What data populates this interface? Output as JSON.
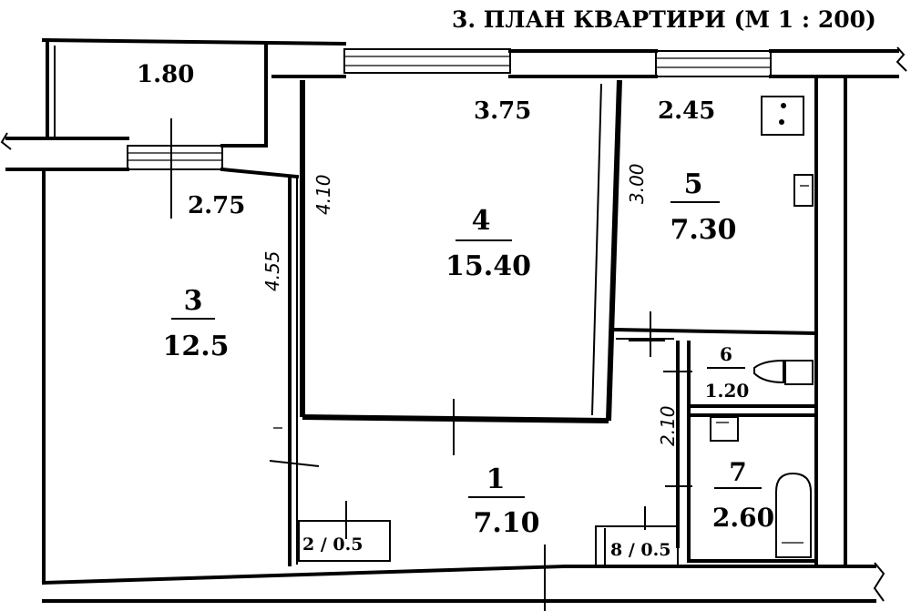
{
  "title": "3. ПЛАН КВАРТИРИ (М  1 : 200)",
  "dimensions": {
    "balcony_width": "1.80",
    "room4_width": "3.75",
    "room5_width": "2.45",
    "room3_width": "2.75",
    "room4_height": "4.10",
    "room3_height": "4.55",
    "room5_height": "3.00",
    "hall_height": "2.10"
  },
  "rooms": [
    {
      "number": "3",
      "area": "12.5"
    },
    {
      "number": "4",
      "area": "15.40"
    },
    {
      "number": "5",
      "area": "7.30"
    },
    {
      "number": "6",
      "area": "1.20"
    },
    {
      "number": "7",
      "area": "2.60"
    },
    {
      "number": "1",
      "area": "7.10"
    }
  ],
  "closets": [
    {
      "label": "2 / 0.5"
    },
    {
      "label": "8 / 0.5"
    }
  ]
}
